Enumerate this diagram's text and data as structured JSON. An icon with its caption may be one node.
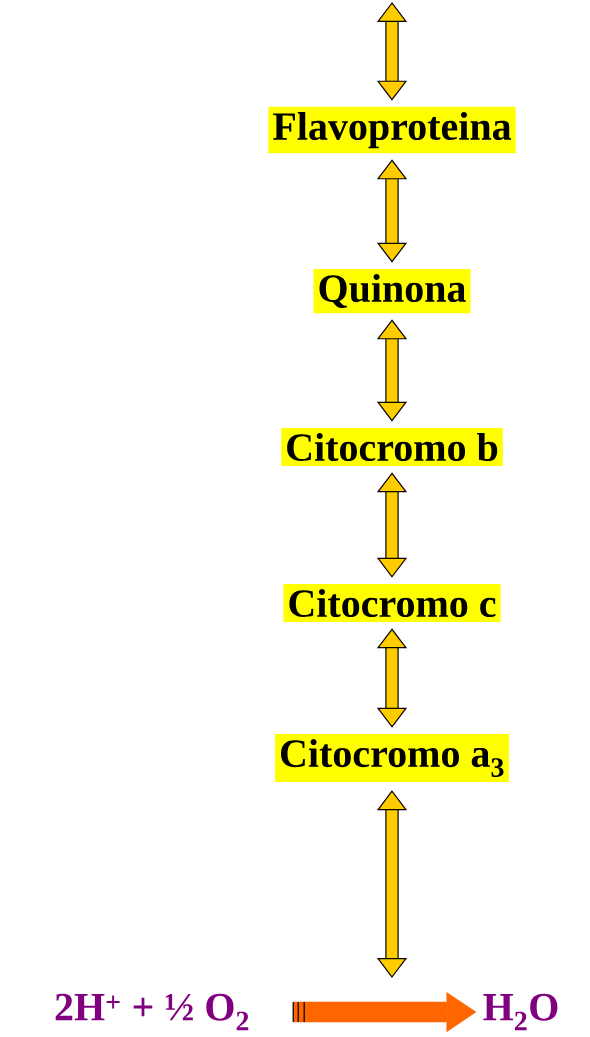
{
  "diagram": {
    "nodes": [
      {
        "text": [
          "Flavoproteina"
        ]
      },
      {
        "text": [
          "Quinona"
        ]
      },
      {
        "text": [
          "Citocromo b"
        ]
      },
      {
        "text": [
          "Citocromo c"
        ]
      },
      {
        "text": [
          "Citocromo a$_{3}$"
        ]
      },
      {
        "text": [
          "2H$^{+}$ + ½ O$_{2}$"
        ]
      },
      {
        "text": [
          "H$_{2}$O"
        ]
      }
    ],
    "edges": [
      {
        "from": null,
        "to": 0,
        "arrow": "both"
      },
      {
        "from": 0,
        "to": 1,
        "arrow": "both"
      },
      {
        "from": 1,
        "to": 2,
        "arrow": "both"
      },
      {
        "from": 2,
        "to": 3,
        "arrow": "both"
      },
      {
        "from": 3,
        "to": 4,
        "arrow": "both"
      },
      {
        "from": 4,
        "to": null,
        "arrow": "both"
      },
      {
        "from": 5,
        "to": 6,
        "arrow": "to",
        "color": "#ff6600"
      }
    ]
  }
}
